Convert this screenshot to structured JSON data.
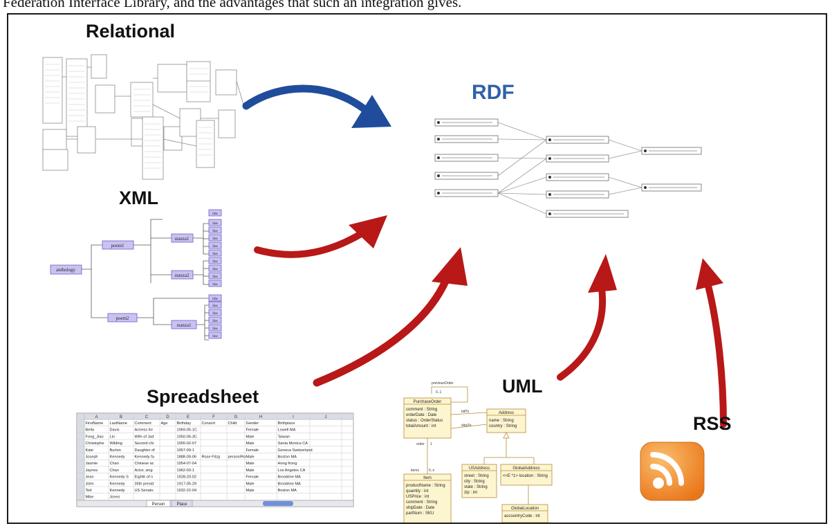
{
  "header": {
    "text": "Federation Interface Library, and the advantages that such an integration gives."
  },
  "labels": {
    "relational": "Relational",
    "rdf": "RDF",
    "xml": "XML",
    "spreadsheet": "Spreadsheet",
    "uml": "UML",
    "rss": "RSS"
  },
  "xml_tree": {
    "root": "anthology",
    "poems": [
      "poem1",
      "poem2"
    ],
    "stanzas": [
      "stanza1",
      "stanza2",
      "stanza1"
    ],
    "title": "title",
    "line": "line"
  },
  "spreadsheet": {
    "columns": [
      "A",
      "B",
      "C",
      "D",
      "E",
      "F",
      "G",
      "H",
      "I",
      "J"
    ],
    "header_row": [
      "FirstName",
      "LastName",
      "Comment",
      "Age",
      "Birthday",
      "Consort",
      "Child",
      "Gender",
      "Birthplace"
    ],
    "rows": [
      [
        "Bella",
        "Davis",
        "Actress for",
        "",
        "1969-05-1C",
        "",
        "",
        "Female",
        "Lowell MA"
      ],
      [
        "Fong_Jiao",
        "Lin",
        "Wife of Jad",
        "",
        "1950-06-3C",
        "",
        "",
        "Male",
        "Taiwan"
      ],
      [
        "Christophe",
        "Wilding",
        "Second chi",
        "",
        "1955-02-07",
        "",
        "",
        "Male",
        "Santa Monica CA"
      ],
      [
        "Kate",
        "Burton",
        "Daughter of",
        "",
        "1957-09-1",
        "",
        "",
        "Female",
        "Geneva Switzerland"
      ],
      [
        "Joseph",
        "Kennedy",
        "Kennedy fa",
        "",
        "1888-09-06",
        "Rose Fitzg",
        "person/Ro",
        "Male",
        "Boston MA"
      ],
      [
        "Jasmie",
        "Chan",
        "Chinese ac",
        "",
        "1954-07-04",
        "",
        "",
        "Male",
        "Hong Kong"
      ],
      [
        "Jaynes",
        "Chan",
        "Actor, sing",
        "",
        "1962-03-1",
        "",
        "",
        "Male",
        "Los Angeles CA"
      ],
      [
        "Jean",
        "Kennedy S",
        "Eighth of n",
        "",
        "1928-20-02",
        "",
        "",
        "Female",
        "Brookline MA"
      ],
      [
        "John",
        "Kennedy",
        "35th presid",
        "",
        "1917-05-29",
        "",
        "",
        "Male",
        "Brookline MA"
      ],
      [
        "Ted",
        "Kennedy",
        "US Senato",
        "",
        "1932-22-04",
        "",
        "",
        "Male",
        "Boston MA"
      ],
      [
        "Mike",
        "Jones",
        "",
        "",
        "",
        "",
        "",
        "",
        ""
      ]
    ],
    "sheet_tabs": [
      "Person",
      "Place"
    ]
  },
  "uml": {
    "purchase_order": {
      "name": "PurchaseOrder",
      "fields": [
        "comment : String",
        "orderDate : Date",
        "status : OrderStatus",
        "totalAmount : int"
      ]
    },
    "address": {
      "name": "Address",
      "fields": [
        "name : String",
        "country : String"
      ]
    },
    "us_address": {
      "name": "USAddress",
      "fields": [
        "street : String",
        "city : String",
        "state : String",
        "zip : int"
      ]
    },
    "global_address": {
      "name": "GlobalAddress",
      "fields": [
        "<<E *1> location : String"
      ]
    },
    "global_location": {
      "name": "GlobalLocation",
      "fields": [
        "accountryCode : int"
      ]
    },
    "item": {
      "name": "Item",
      "fields": [
        "productName : String",
        "quantity : int",
        "USPrice : int",
        "comment : String",
        "shipDate : Date",
        "partNum : SKU"
      ]
    },
    "assoc_labels": [
      "previousOrder",
      "0..1",
      "billTo",
      "shipTo",
      "order",
      "items",
      "0..n",
      "1"
    ]
  },
  "colors": {
    "rdf_label": "#2f62a8",
    "arrow_blue": "#1f4d9c",
    "arrow_red": "#b81818",
    "rss_orange": "#f08a24",
    "uml_fill": "#fdf5cf",
    "xml_node_fill": "#c9c2f2"
  }
}
